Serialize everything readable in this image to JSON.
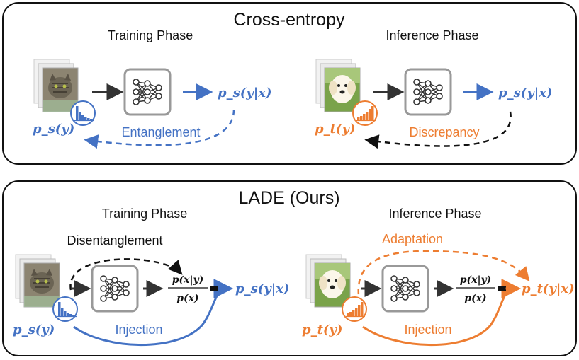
{
  "colors": {
    "blue": "#4472c4",
    "orange": "#ed7d31",
    "dark": "#222222",
    "gray": "#666666"
  },
  "top_panel": {
    "title": "Cross-entropy",
    "training": {
      "phase_label": "Training Phase",
      "image_icon": "cat-photo-stack",
      "input_label": "p_s(y)",
      "output_label": "p_s(y|x)",
      "dashed_label": "Entanglement"
    },
    "inference": {
      "phase_label": "Inference Phase",
      "image_icon": "dog-photo-stack",
      "input_label": "p_t(y)",
      "output_label": "p_s(y|x)",
      "dashed_label": "Discrepancy"
    }
  },
  "bottom_panel": {
    "title": "LADE (Ours)",
    "training": {
      "phase_label": "Training Phase",
      "image_icon": "cat-photo-stack",
      "input_label": "p_s(y)",
      "fraction_num": "p(x|y)",
      "fraction_den": "p(x)",
      "output_label": "p_s(y|x)",
      "dashed_label": "Disentanglement",
      "curve_label": "Injection"
    },
    "inference": {
      "phase_label": "Inference Phase",
      "image_icon": "dog-photo-stack",
      "input_label": "p_t(y)",
      "fraction_num": "p(x|y)",
      "fraction_den": "p(x)",
      "output_label": "p_t(y|x)",
      "dashed_label": "Adaptation",
      "curve_label": "Injection"
    }
  },
  "icons": {
    "network": "neural-network-icon",
    "histogram_long_tail": "long-tail-histogram-icon",
    "histogram_increasing": "increasing-histogram-icon"
  }
}
